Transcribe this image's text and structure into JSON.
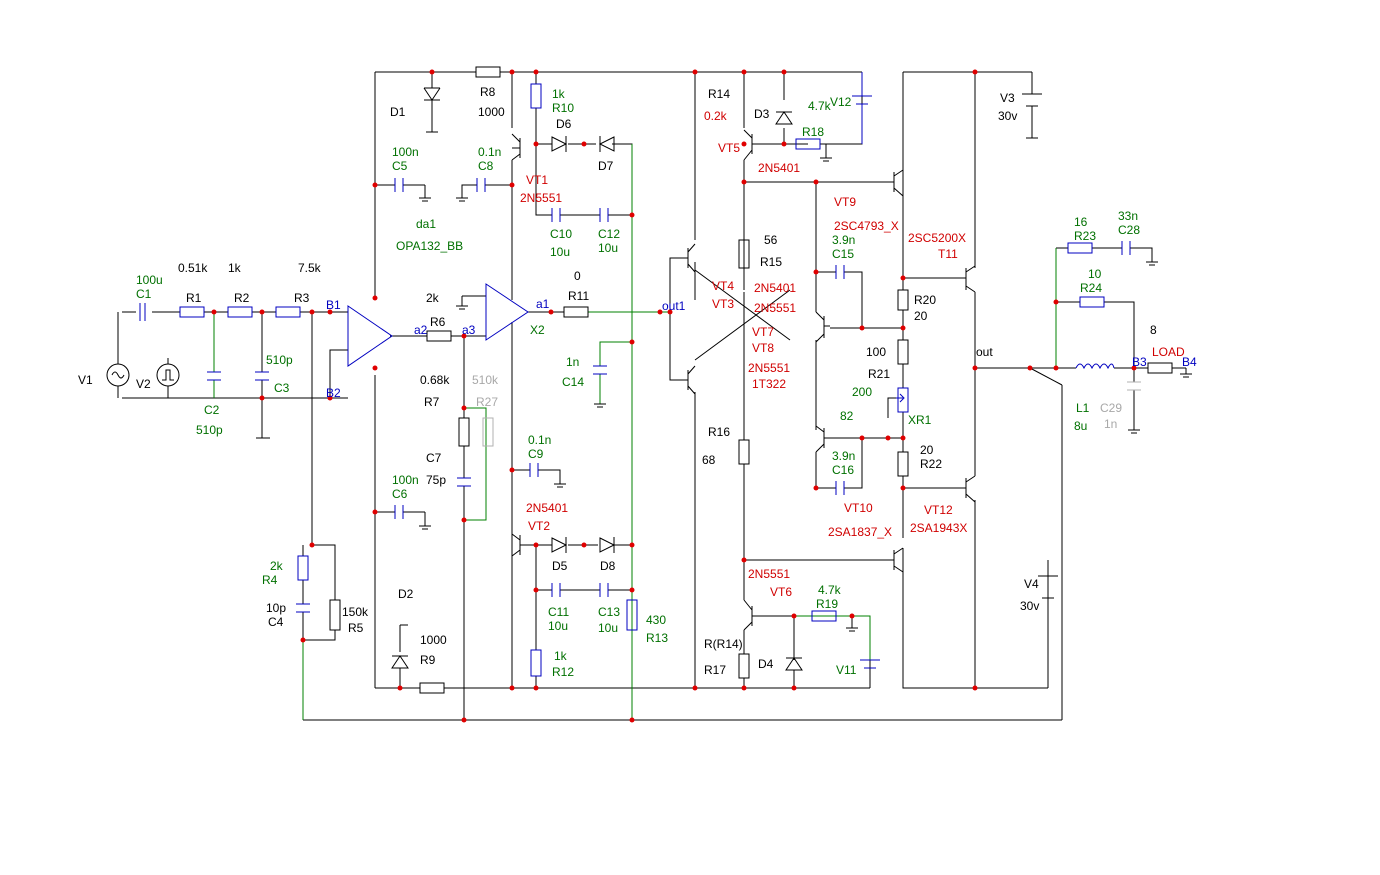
{
  "labels": {
    "c1_val": "100u",
    "c1": "C1",
    "r1_val": "0.51k",
    "r2_val": "1k",
    "r3_val": "7.5k",
    "r1": "R1",
    "r2": "R2",
    "r3": "R3",
    "c3_val": "510p",
    "c3": "C3",
    "c2": "C2",
    "c2_val": "510p",
    "v1": "V1",
    "v2": "V2",
    "b1": "B1",
    "b2": "B2",
    "r4_val": "2k",
    "r4": "R4",
    "c4_val": "10p",
    "c4": "C4",
    "r5_val": "150k",
    "r5": "R5",
    "d1": "D1",
    "d2": "D2",
    "r8": "R8",
    "r8_val": "1000",
    "r9": "R9",
    "r9_val": "1000",
    "c5_val": "100n",
    "c5": "C5",
    "c6_val": "100n",
    "c6": "C6",
    "c7": "C7",
    "c7_val": "75p",
    "da1": "da1",
    "opa": "OPA132_BB",
    "a2": "a2",
    "a3": "a3",
    "r6_val": "2k",
    "r6": "R6",
    "r7_val": "0.68k",
    "r7": "R7",
    "r27_val": "510k",
    "r27": "R27",
    "r10_val": "1k",
    "r10": "R10",
    "c8_val": "0.1n",
    "c8": "C8",
    "vt1": "VT1",
    "vt1_type": "2N5551",
    "d6": "D6",
    "d7": "D7",
    "c10": "C10",
    "c10_val": "10u",
    "c12": "C12",
    "c12_val": "10u",
    "x2": "X2",
    "a1": "a1",
    "r11_val": "0",
    "r11": "R11",
    "out1": "out1",
    "c14_val": "1n",
    "c14": "C14",
    "c9_val": "0.1n",
    "c9": "C9",
    "vt2_type": "2N5401",
    "vt2": "VT2",
    "d5": "D5",
    "d8": "D8",
    "c11": "C11",
    "c11_val": "10u",
    "c13": "C13",
    "c13_val": "10u",
    "r13_val": "430",
    "r13": "R13",
    "r12_val": "1k",
    "r12": "R12",
    "r14": "R14",
    "r14_val": "0.2k",
    "d3": "D3",
    "v12": "V12",
    "r18_val": "4.7k",
    "r18": "R18",
    "vt5": "VT5",
    "vt5_type": "2N5401",
    "vt9": "VT9",
    "vt9_type": "2SC4793_X",
    "vt4": "VT4",
    "vt3": "VT3",
    "vt4_type": "2N5401",
    "vt3_type": "2N5551",
    "vt7": "VT7",
    "vt8": "VT8",
    "vt7_type": "2N5551",
    "vt8_type": "1T322",
    "r15_val": "56",
    "r15": "R15",
    "r16": "R16",
    "r16_val": "68",
    "c15_val": "3.9n",
    "c15": "C15",
    "c16_val": "3.9n",
    "c16": "C16",
    "r20": "R20",
    "r20_val": "20",
    "r21_val1": "100",
    "r21": "R21",
    "r21_val2": "200",
    "xr1_val": "82",
    "xr1": "XR1",
    "r22_val": "20",
    "r22": "R22",
    "t11_type": "2SC5200X",
    "t11": "T11",
    "vt10": "VT10",
    "vt10_type": "2SA1837_X",
    "vt12": "VT12",
    "vt12_type": "2SA1943X",
    "vt6_type": "2N5551",
    "vt6": "VT6",
    "r19_val": "4.7k",
    "r19": "R19",
    "r17_a": "R(R14)",
    "r17": "R17",
    "d4": "D4",
    "v11": "V11",
    "v3": "V3",
    "v3_val": "30v",
    "v4": "V4",
    "v4_val": "30v",
    "out": "out",
    "r23_val": "16",
    "r23": "R23",
    "c28_val": "33n",
    "c28": "C28",
    "r24_val": "10",
    "r24": "R24",
    "load_val": "8",
    "load": "LOAD",
    "b3": "B3",
    "b4": "B4",
    "l1": "L1",
    "l1_val": "8u",
    "c29": "C29",
    "c29_val": "1n"
  },
  "colors": {
    "wire": "#000000",
    "ref_designator": "#d00000",
    "value": "#007000",
    "node": "#0000c0",
    "junction": "#e00000",
    "disabled": "#a8a8a8"
  }
}
